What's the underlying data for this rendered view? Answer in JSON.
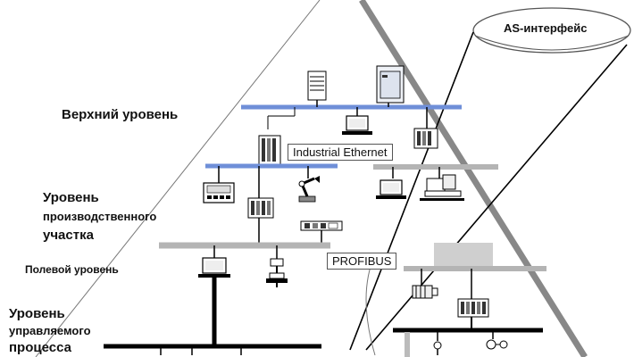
{
  "levels": {
    "top": "Верхний уровень",
    "section_1": "Уровень",
    "section_2": "производственного",
    "section_3": "участка",
    "field": "Полевой уровень",
    "process_1": "Уровень",
    "process_2": "управляемого",
    "process_3": "процесса"
  },
  "networks": {
    "ethernet": "Industrial Ethernet",
    "profibus": "PROFIBUS",
    "asi": "AS-интерфейс"
  },
  "colors": {
    "ethernet_bus": "#6f8fd8",
    "gray_bus": "#b4b4b4",
    "process_bus": "#000000"
  }
}
